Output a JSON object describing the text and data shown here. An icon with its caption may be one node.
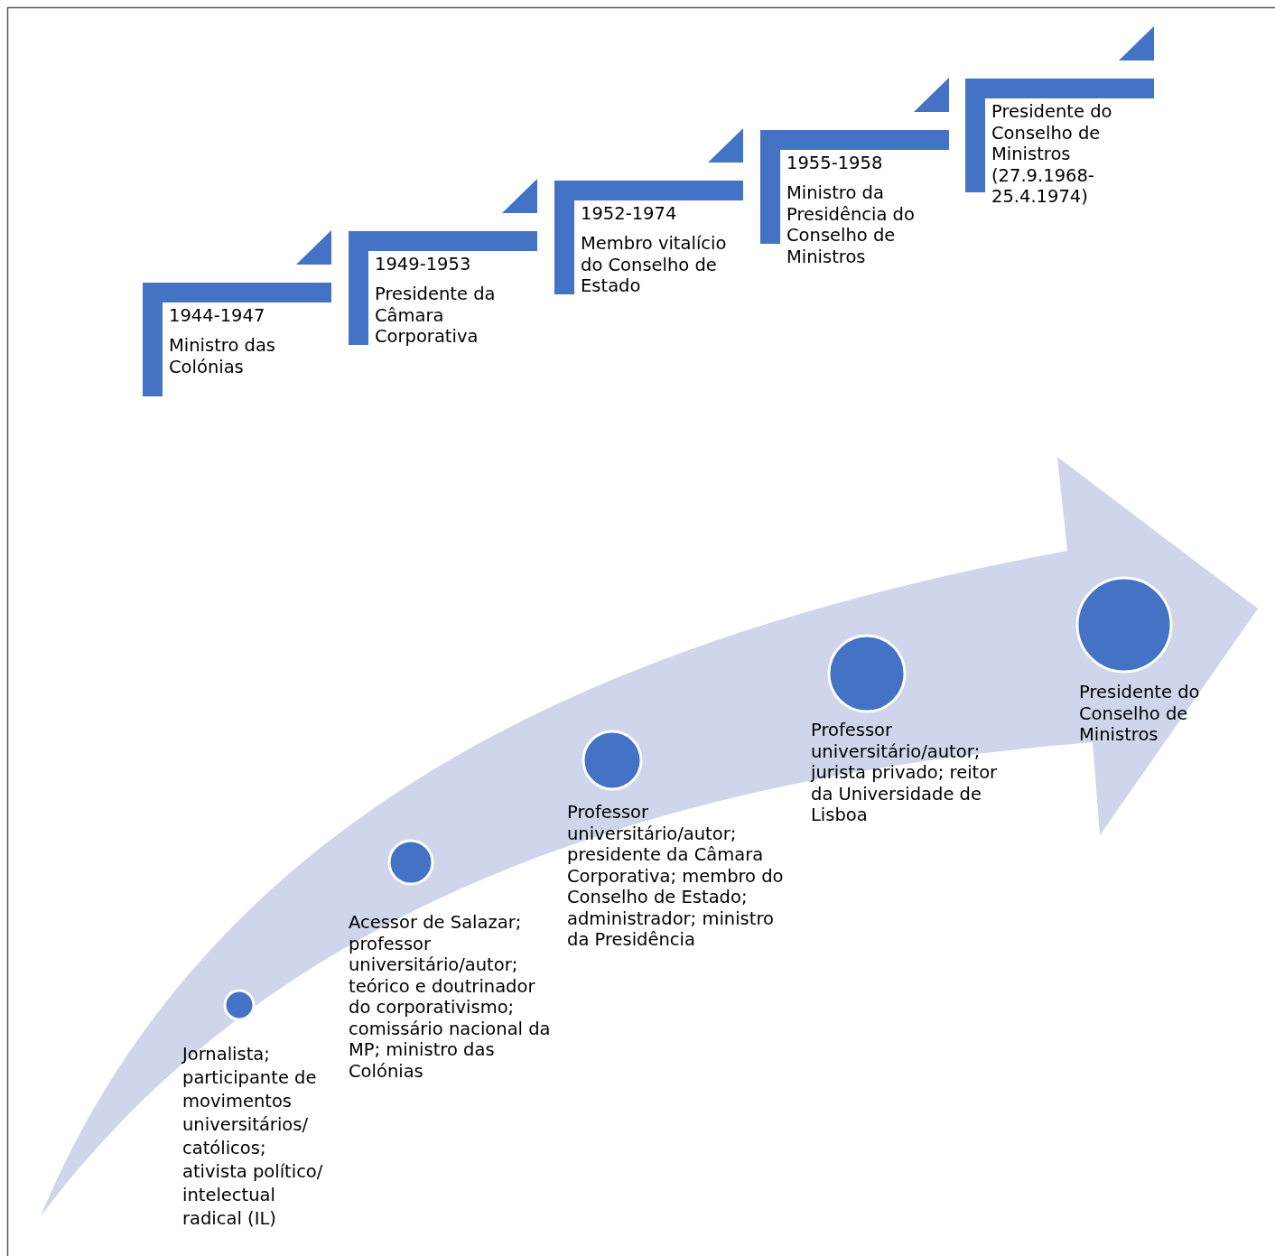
{
  "diagram": {
    "nodes": [
      {
        "text": [
          "1944-1947",
          "Ministro das Colónias"
        ]
      },
      {
        "text": [
          "1949-1953",
          "Presidente da Câmara Corporativa"
        ]
      },
      {
        "text": [
          "1952-1974",
          "Membro vitalício do Conselho de Estado"
        ]
      },
      {
        "text": [
          "1955-1958",
          "Ministro da Presidência do Conselho de Ministros"
        ]
      },
      {
        "text": [
          "Presidente do Conselho de Ministros (27.9.1968- 25.4.1974)"
        ]
      },
      {
        "text": [
          "Jornalista; participante de movimentos universitários/ católicos; ativista político/ intelectual radical (IL)"
        ]
      },
      {
        "text": [
          "Acessor de Salazar; professor universitário/autor; teórico e doutrinador do corporativismo; comissário nacional da MP; ministro das Colónias"
        ]
      },
      {
        "text": [
          "Professor universitário/autor; presidente da Câmara Corporativa; membro do Conselho de Estado; administrador; ministro da Presidência"
        ]
      },
      {
        "text": [
          "Professor universitário/autor; jurista privado; reitor da Universidade de Lisboa"
        ]
      },
      {
        "text": [
          "Presidente do Conselho de Ministros"
        ]
      }
    ],
    "edges": []
  }
}
